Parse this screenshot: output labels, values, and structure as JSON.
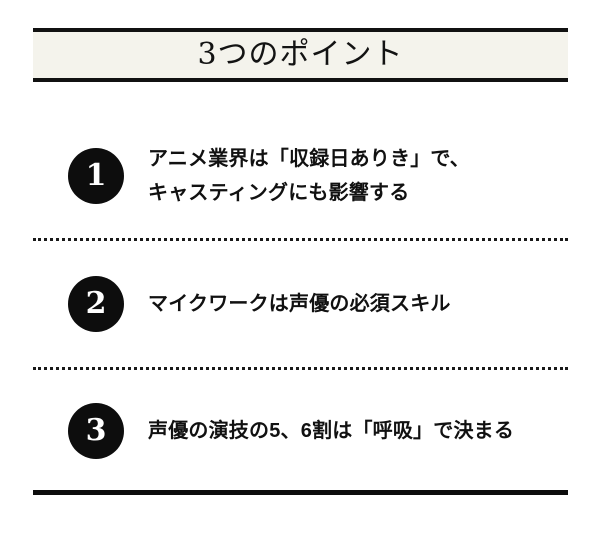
{
  "header": {
    "title": "3つのポイント"
  },
  "points": [
    {
      "number": "1",
      "lines": [
        "アニメ業界は「収録日ありき」で、",
        "キャスティングにも影響する"
      ]
    },
    {
      "number": "2",
      "lines": [
        "マイクワークは声優の必須スキル"
      ]
    },
    {
      "number": "3",
      "lines": [
        "声優の演技の5、6割は「呼吸」で決まる"
      ]
    }
  ],
  "style": {
    "band_background": "#f4f3ec",
    "rule_color": "#0d0d0d",
    "badge_background": "#0d0d0d",
    "badge_text_color": "#ffffff",
    "text_color": "#111111"
  }
}
